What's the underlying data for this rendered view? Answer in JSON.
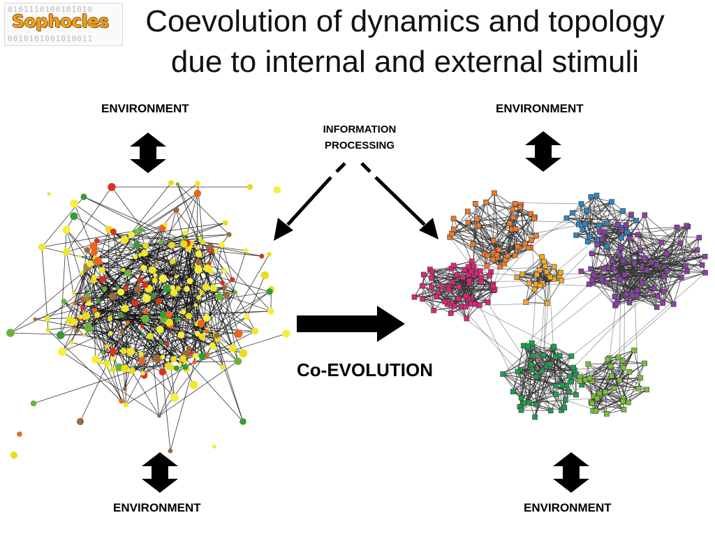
{
  "logo": {
    "text": "Sophocles",
    "bits_top": "0101110100101010",
    "bits_bottom": "0010101001010011"
  },
  "title": {
    "line1": "Coevolution of dynamics and topology",
    "line2": "due to internal and external stimuli"
  },
  "labels": {
    "env_top_left": "ENVIRONMENT",
    "env_top_right": "ENVIRONMENT",
    "env_bottom_left": "ENVIRONMENT",
    "env_bottom_right": "ENVIRONMENT",
    "info_line1": "INFORMATION",
    "info_line2": "PROCESSING",
    "coevolution": "Co-EVOLUTION"
  },
  "left_network": {
    "node_colors": [
      "#f0e62a",
      "#f7ef3a",
      "#e8dd1f",
      "#6ab23a",
      "#3a9a3a",
      "#e8671d",
      "#d9331d",
      "#9a6a3f"
    ],
    "edge_color": "#111111"
  },
  "right_network": {
    "communities": [
      {
        "name": "orange",
        "color": "#f07a2a"
      },
      {
        "name": "magenta",
        "color": "#e0247a"
      },
      {
        "name": "amber",
        "color": "#f5a82a"
      },
      {
        "name": "blue",
        "color": "#2a86c8"
      },
      {
        "name": "purple",
        "color": "#8c3fa6"
      },
      {
        "name": "green",
        "color": "#1e9e4e"
      },
      {
        "name": "light-green",
        "color": "#7cc03a"
      }
    ],
    "edge_color": "#333333"
  }
}
